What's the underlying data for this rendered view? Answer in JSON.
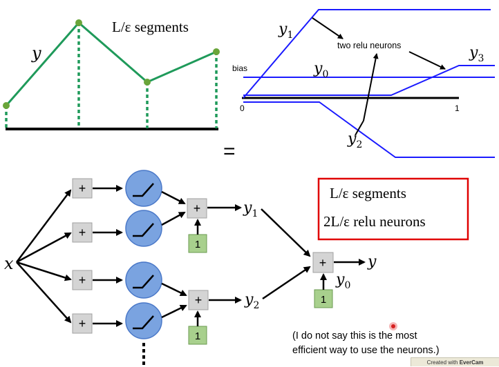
{
  "piecewise": {
    "y_label": "y",
    "segments_label": "L/ε segments"
  },
  "relu_sum": {
    "y1_label": "y",
    "y1_sub": "1",
    "y0_label": "y",
    "y0_sub": "0",
    "y2_label": "y",
    "y2_sub": "2",
    "y3_label": "y",
    "y3_sub": "3",
    "bias_label": "bias",
    "annotation": "two relu neurons",
    "tick_zero": "0",
    "tick_one": "1",
    "equals": "="
  },
  "network": {
    "input_label": "x",
    "plus": "+",
    "one": "1",
    "y1_label": "y",
    "y1_sub": "1",
    "y2_label": "y",
    "y2_sub": "2",
    "y0_label": "y",
    "y0_sub": "0",
    "output_label": "y"
  },
  "summary_box": {
    "line1": "L/ε segments",
    "line2": "2L/ε relu neurons",
    "border_color": "#e00000"
  },
  "note": {
    "line1": "(I do not say this is the most",
    "line2": "efficient way to use the neurons.)"
  },
  "watermark": {
    "prefix": "Created with ",
    "brand": "EverCam"
  },
  "colors": {
    "green_line": "#1f9a5a",
    "green_dot": "#6aa53a",
    "blue_line": "#1a1aff",
    "neuron_fill": "#7aa3e0",
    "neuron_stroke": "#4a78c8",
    "plus_fill": "#d4d4d4",
    "one_fill": "#a8d08d"
  }
}
